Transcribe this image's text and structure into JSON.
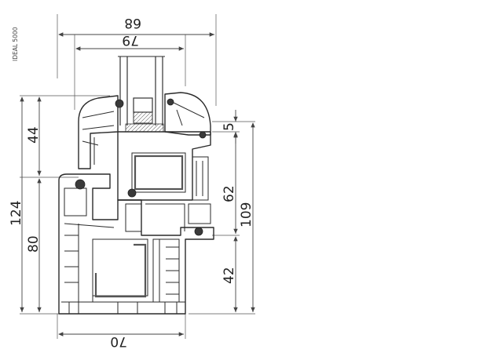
{
  "brand_label": "IDEAL 5000",
  "dimensions": {
    "top_outer": "68",
    "top_inner": "79",
    "left_upper": "44",
    "left_total": "124",
    "left_lower": "80",
    "right_small": "5",
    "right_mid": "62",
    "right_lower": "42",
    "right_total": "109",
    "bottom": "70"
  }
}
